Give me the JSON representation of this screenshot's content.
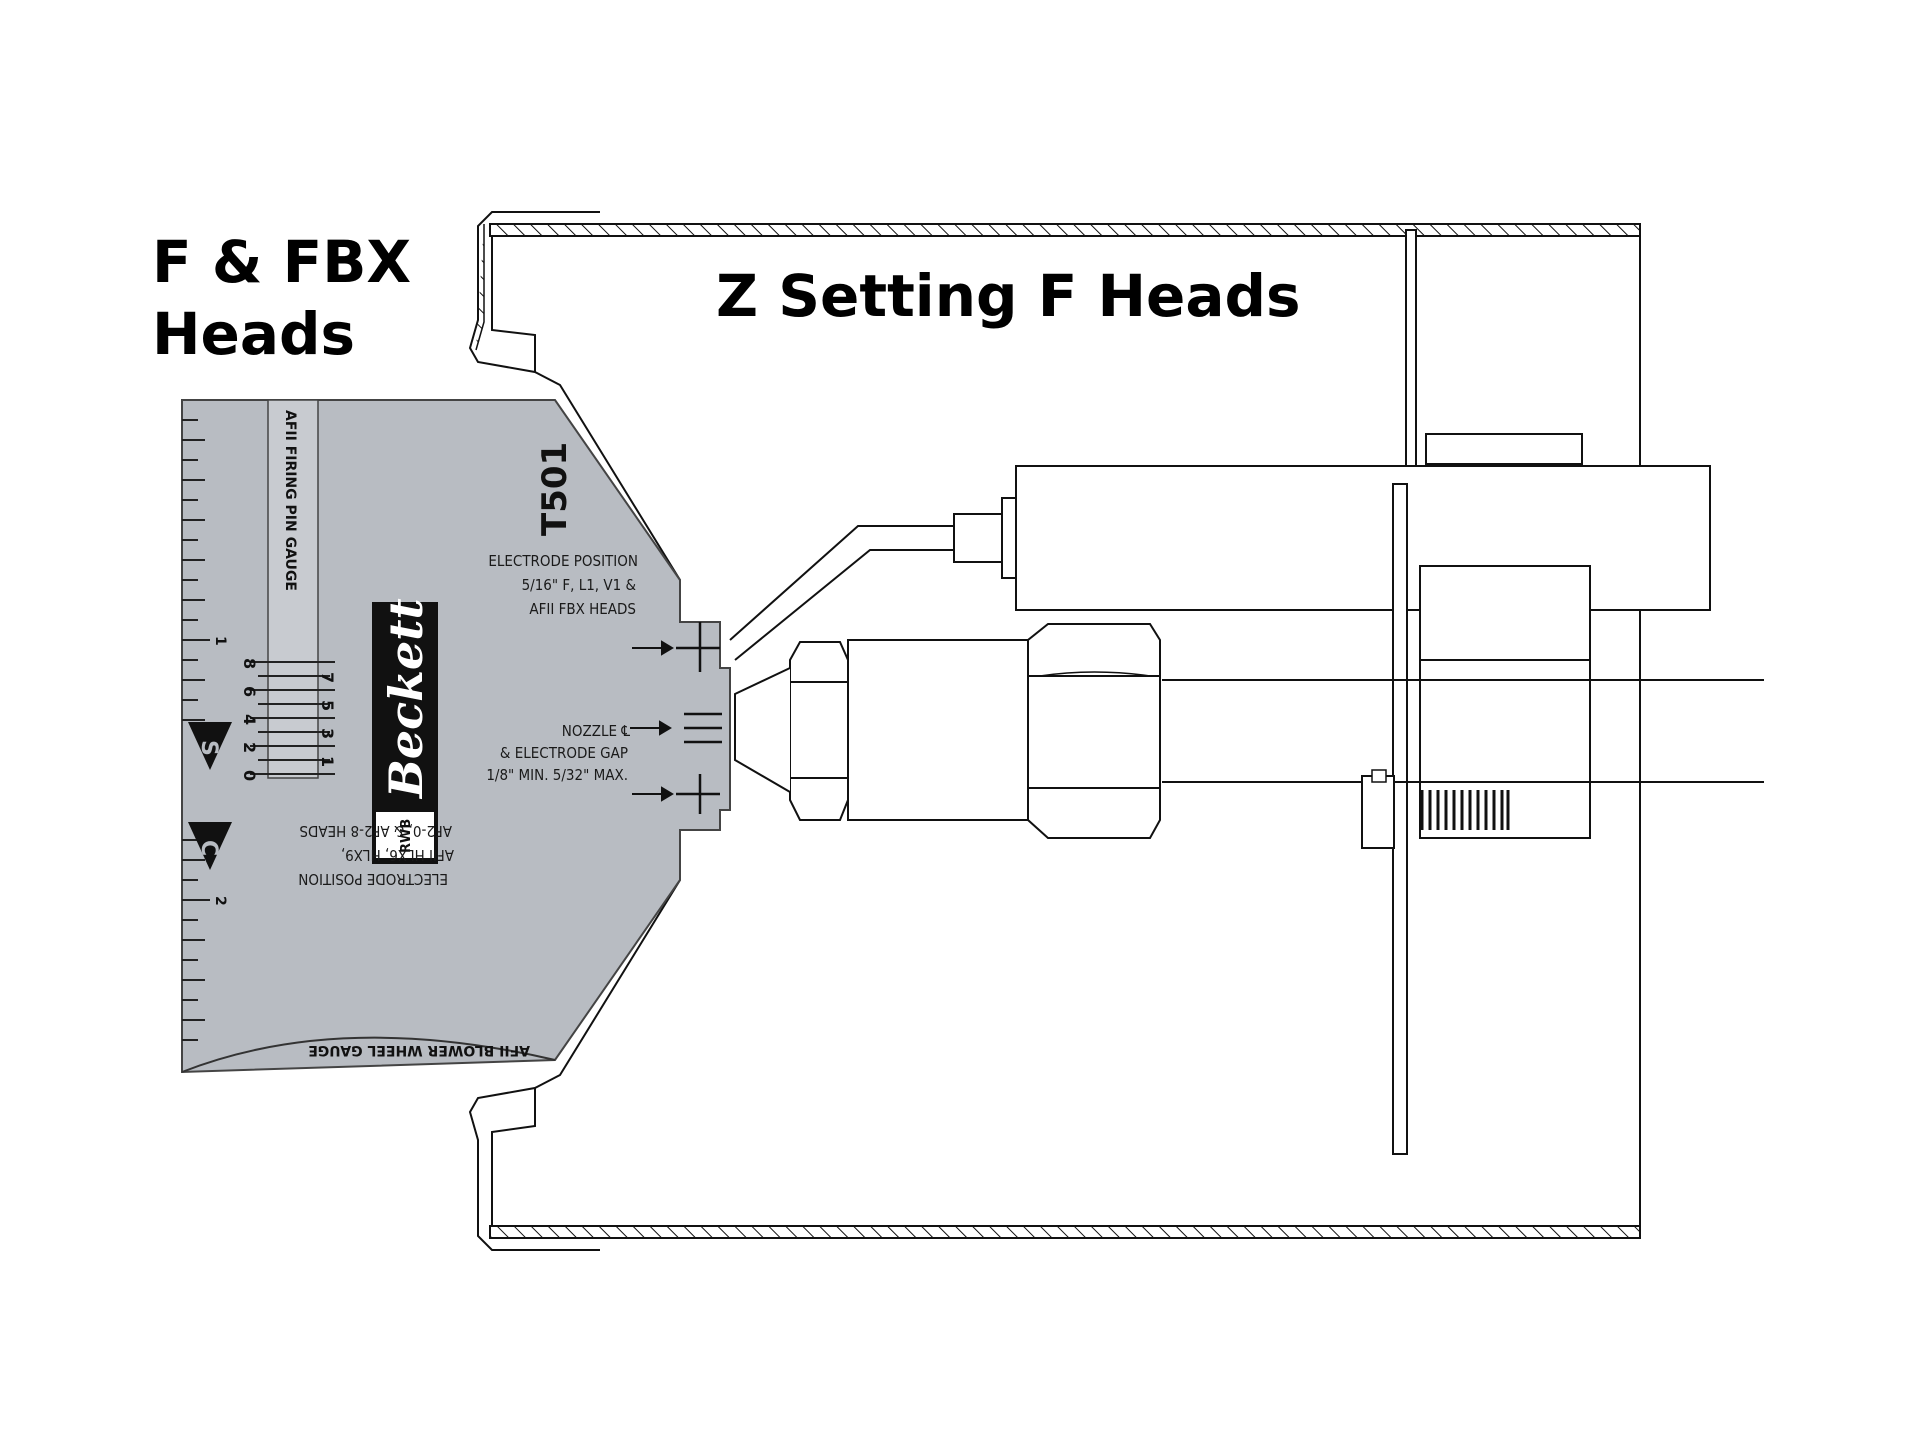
{
  "titles": {
    "left_line1": "F & FBX",
    "left_line2": "Heads",
    "main": "Z Setting F Heads"
  },
  "gauge": {
    "model": "T501",
    "brand": "Beckett",
    "brand_badge": "RWB",
    "firing_pin_label": "AFII FIRING PIN GAUGE",
    "blower_wheel_label": "AFII BLOWER WHEEL GAUGE",
    "electrode_top": [
      "ELECTRODE POSITION",
      "5/16\" F, L1, V1 &",
      "AFII FBX HEADS"
    ],
    "nozzle": [
      "NOZZLE ℄",
      "& ELECTRODE GAP",
      "1/8\" MIN. 5/32\" MAX."
    ],
    "electrode_bottom": [
      "AF2-0, & AF2-8 HEADS",
      "AFII HLX6, HLX9,",
      "ELECTRODE POSITION"
    ],
    "marker_s": "S",
    "marker_c": "C",
    "scale_numbers_left": [
      "8",
      "6",
      "4",
      "2",
      "0"
    ],
    "scale_numbers_right": [
      "7",
      "5",
      "3",
      "1"
    ],
    "ruler_numbers": [
      "1",
      "2"
    ]
  },
  "colors": {
    "gauge_fill": "#b8bcc2",
    "ink": "#111111"
  }
}
